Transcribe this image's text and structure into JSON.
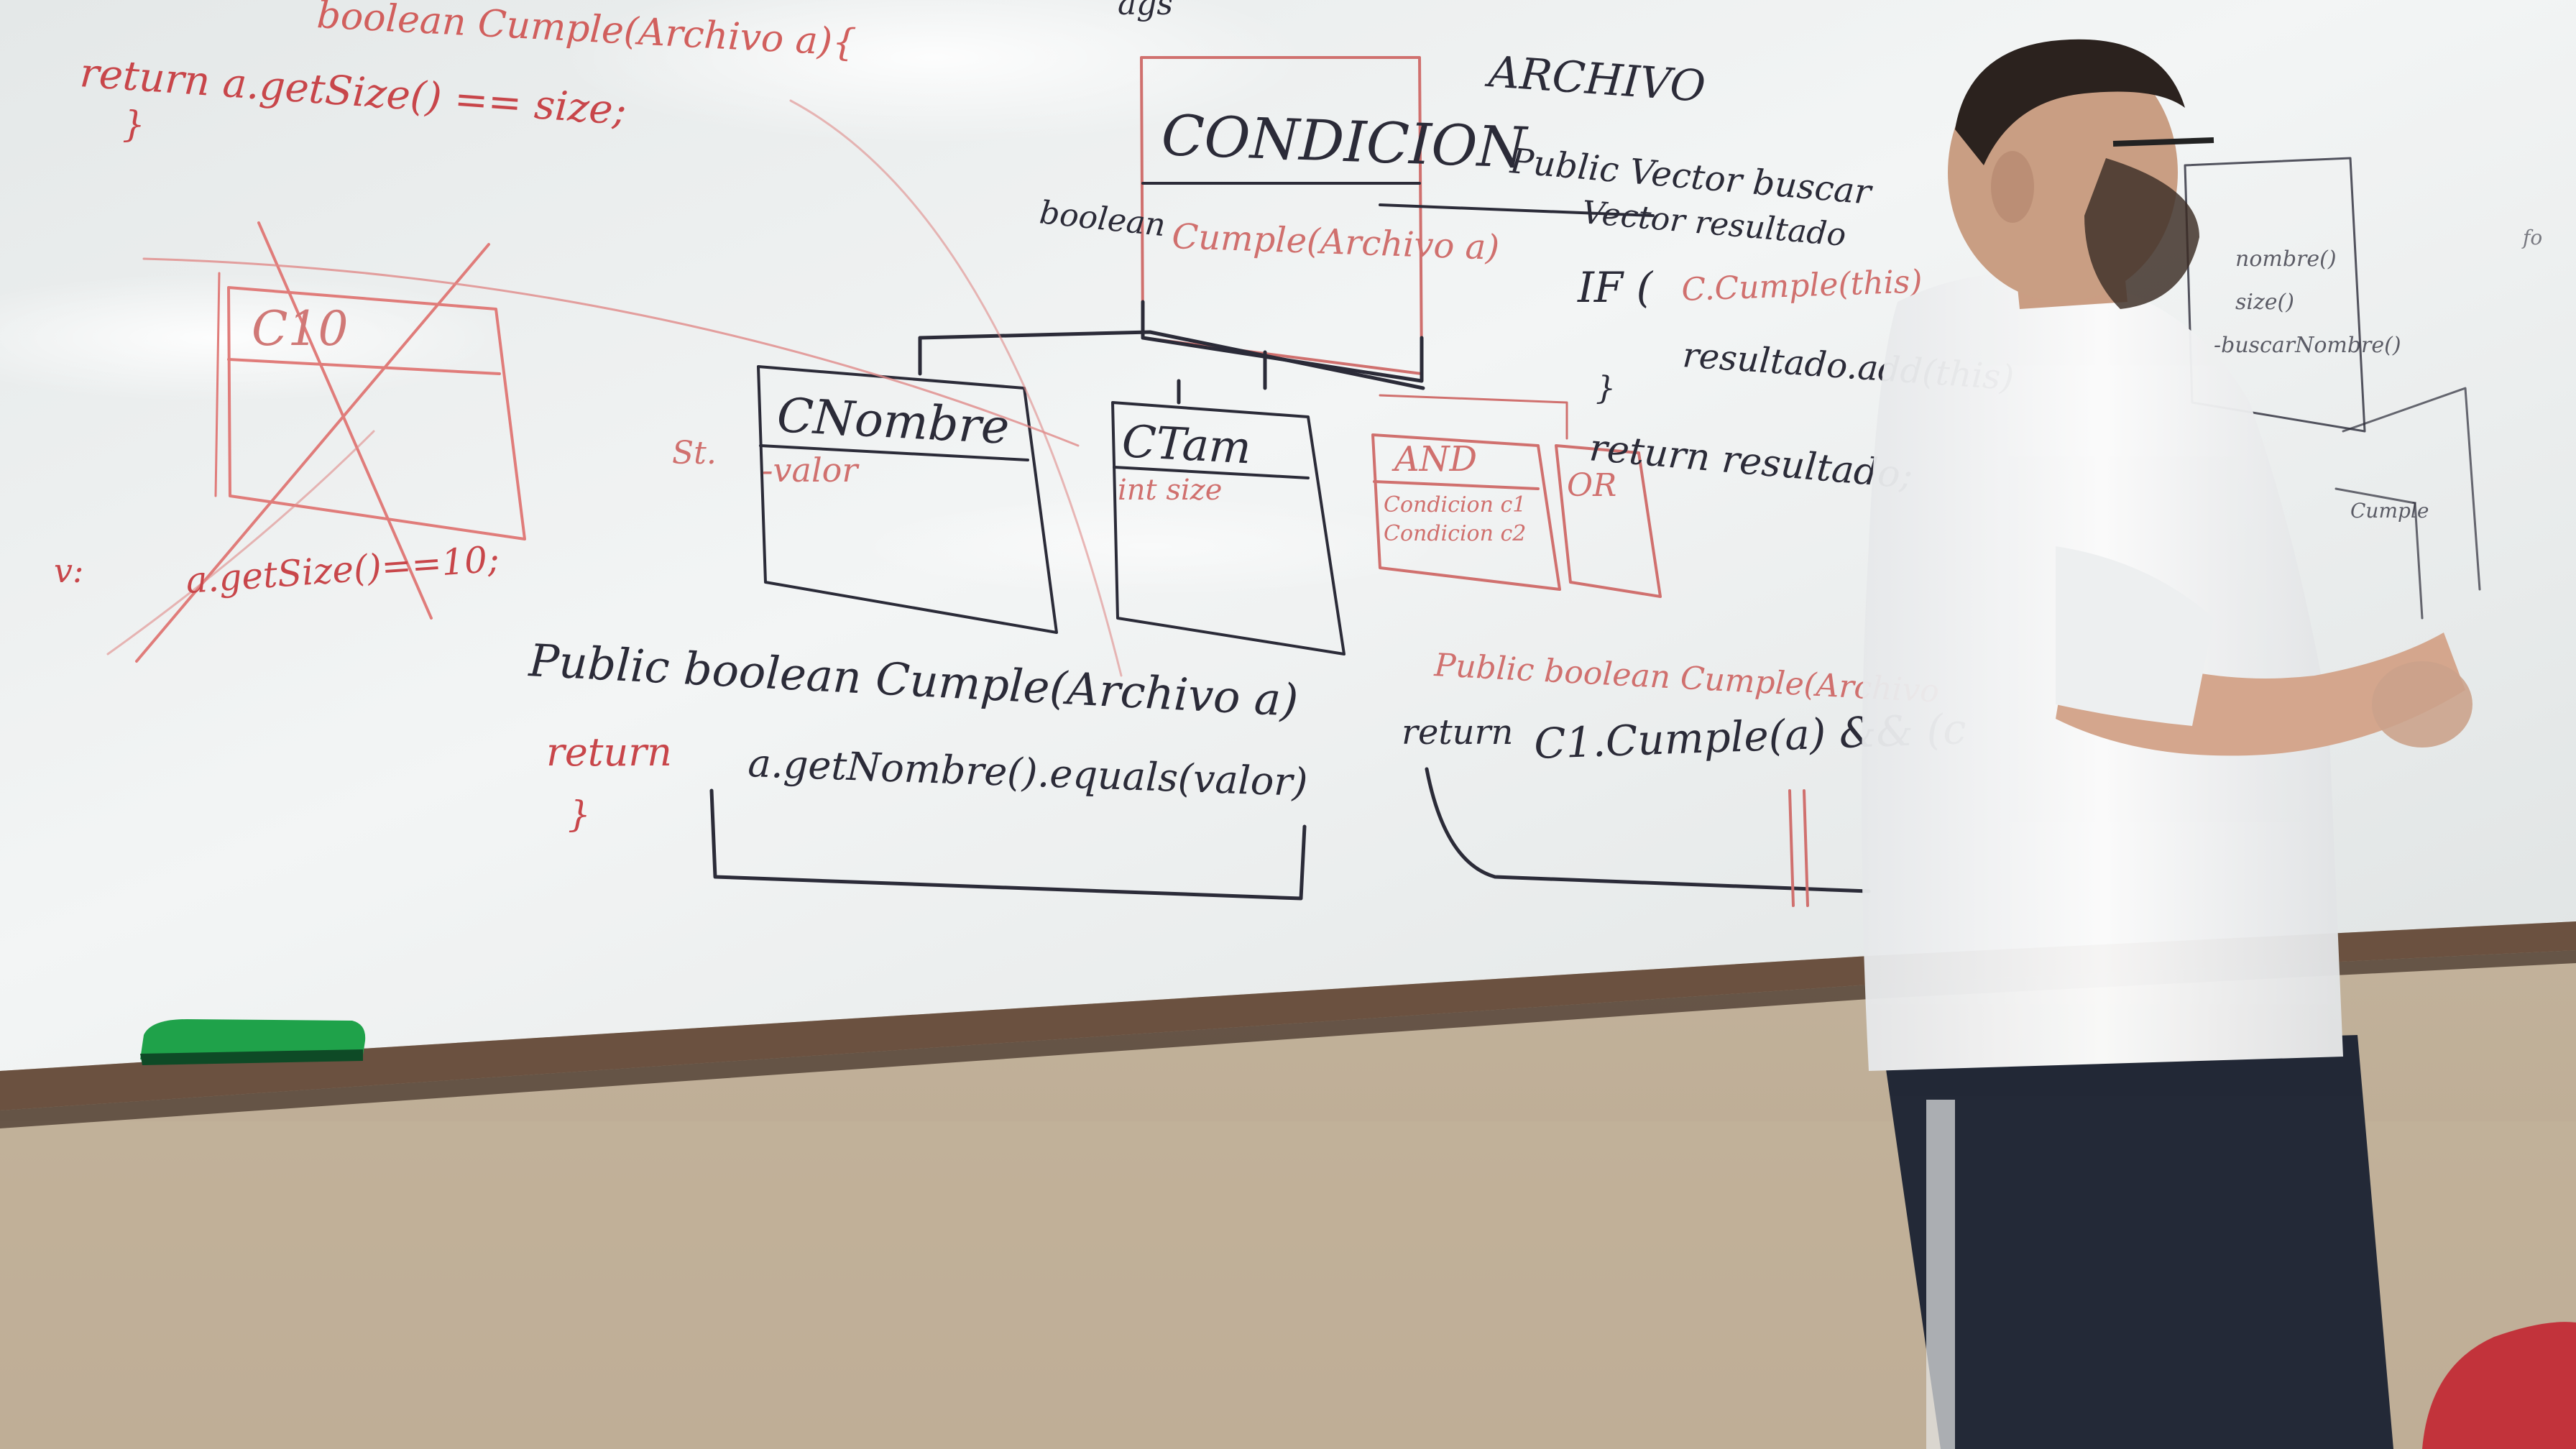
{
  "scene": {
    "colors": {
      "wall": "#c9b9a3",
      "whiteboard": "#e9eceb",
      "marker_black": "#2b2b38",
      "marker_red": "#c8464a",
      "eraser": "#1fa24a",
      "shirt": "#f3f4f4",
      "pants": "#1c2333"
    }
  },
  "board": {
    "top_left_lines": {
      "line1": "boolean Cumple(Archivo a){",
      "line2": "return a.getSize() == size;",
      "line3": "}"
    },
    "top_marker": "ags",
    "condicion_box": {
      "title": "CONDICION",
      "method": "Cumple(Archivo a)",
      "return_type": "boolean"
    },
    "crossed_box": {
      "title": "C10",
      "note_prefix": "v:",
      "note": "a.getSize()==10;"
    },
    "cnombre_box": {
      "title": "CNombre",
      "attr": "-valor",
      "attr_prefix": "St."
    },
    "ctam_box": {
      "title": "CTam",
      "attr": "int size"
    },
    "and_box": {
      "title": "AND",
      "attr1": "Condicion c1",
      "attr2": "Condicion c2"
    },
    "or_box": {
      "title": "OR"
    },
    "archivo_section": {
      "title": "ARCHIVO",
      "line1": "Public Vector buscar",
      "line2": "Vector resultado",
      "line3": "IF (",
      "line3_red": "C.Cumple(this)",
      "line4": "resultado.add(this)",
      "line5": "}",
      "line6": "return resultado;"
    },
    "bottom_code_left": {
      "line1": "Public boolean Cumple(Archivo a)",
      "line2_red": "return",
      "line2": "a.getNombre().equals(valor)",
      "line3": "}"
    },
    "bottom_code_right": {
      "line1": "Public boolean Cumple(Archivo",
      "line2": "return",
      "line2_code": "C1.Cumple(a) && (c"
    },
    "right_board_fragments": [
      "nombre()",
      "size()",
      "-buscarNombre()",
      "Cumple",
      "fo"
    ]
  },
  "eraser": {
    "icon": "whiteboard-eraser"
  }
}
